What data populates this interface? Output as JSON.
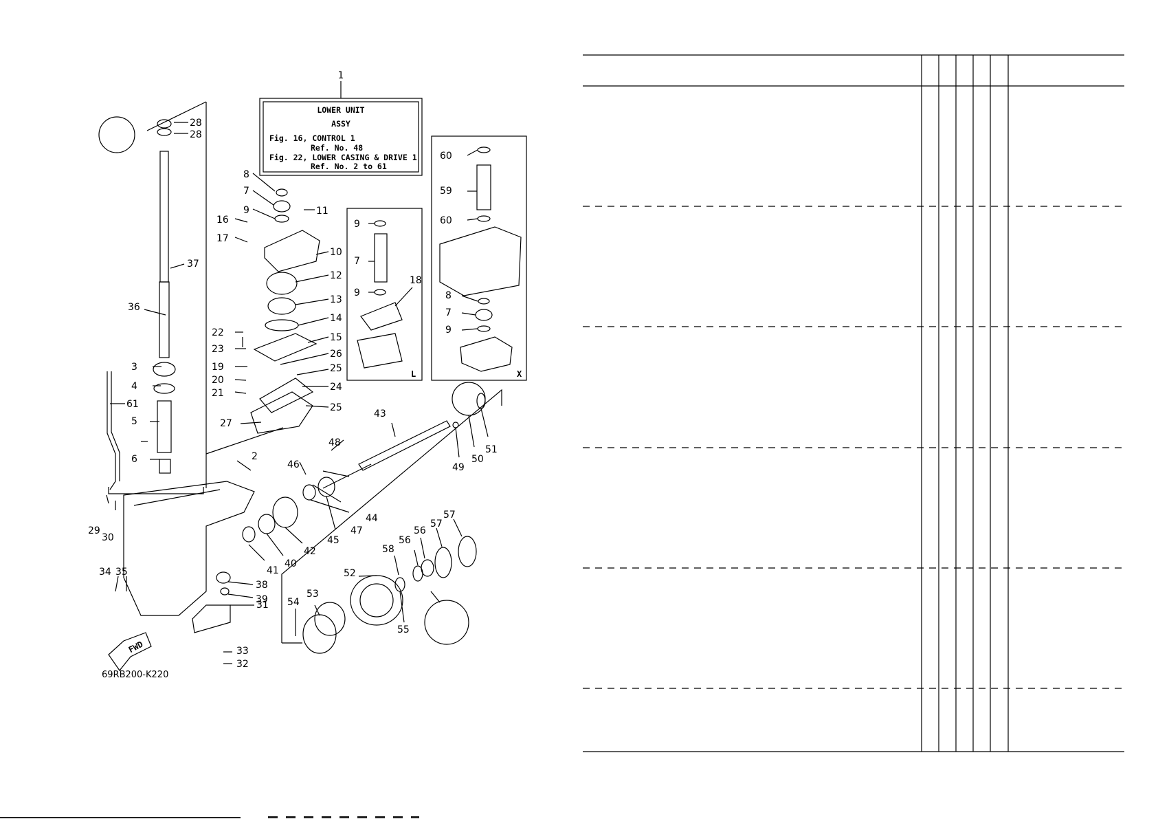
{
  "diagram": {
    "label_box": {
      "ref": "1",
      "lines": [
        "LOWER UNIT",
        "ASSY",
        "Fig. 16, CONTROL 1",
        "Ref. No. 48",
        "Fig. 22, LOWER CASING & DRIVE 1",
        "Ref. No. 2 to 61"
      ]
    },
    "inset_l_tag": "L",
    "inset_x_tag": "X",
    "fwd_label": "FWD",
    "drawing_code": "69RB200-K220",
    "callouts": [
      "2",
      "3",
      "4",
      "5",
      "6",
      "7",
      "8",
      "9",
      "10",
      "11",
      "12",
      "13",
      "14",
      "15",
      "16",
      "17",
      "18",
      "19",
      "20",
      "21",
      "22",
      "23",
      "24",
      "25",
      "26",
      "27",
      "28",
      "29",
      "30",
      "31",
      "32",
      "33",
      "34",
      "35",
      "36",
      "37",
      "38",
      "39",
      "40",
      "41",
      "42",
      "43",
      "44",
      "45",
      "46",
      "47",
      "48",
      "49",
      "50",
      "51",
      "52",
      "53",
      "54",
      "55",
      "56",
      "57",
      "58",
      "59",
      "60",
      "61"
    ]
  },
  "parts_table": {
    "row_groups": 6,
    "qty_columns": 5
  }
}
